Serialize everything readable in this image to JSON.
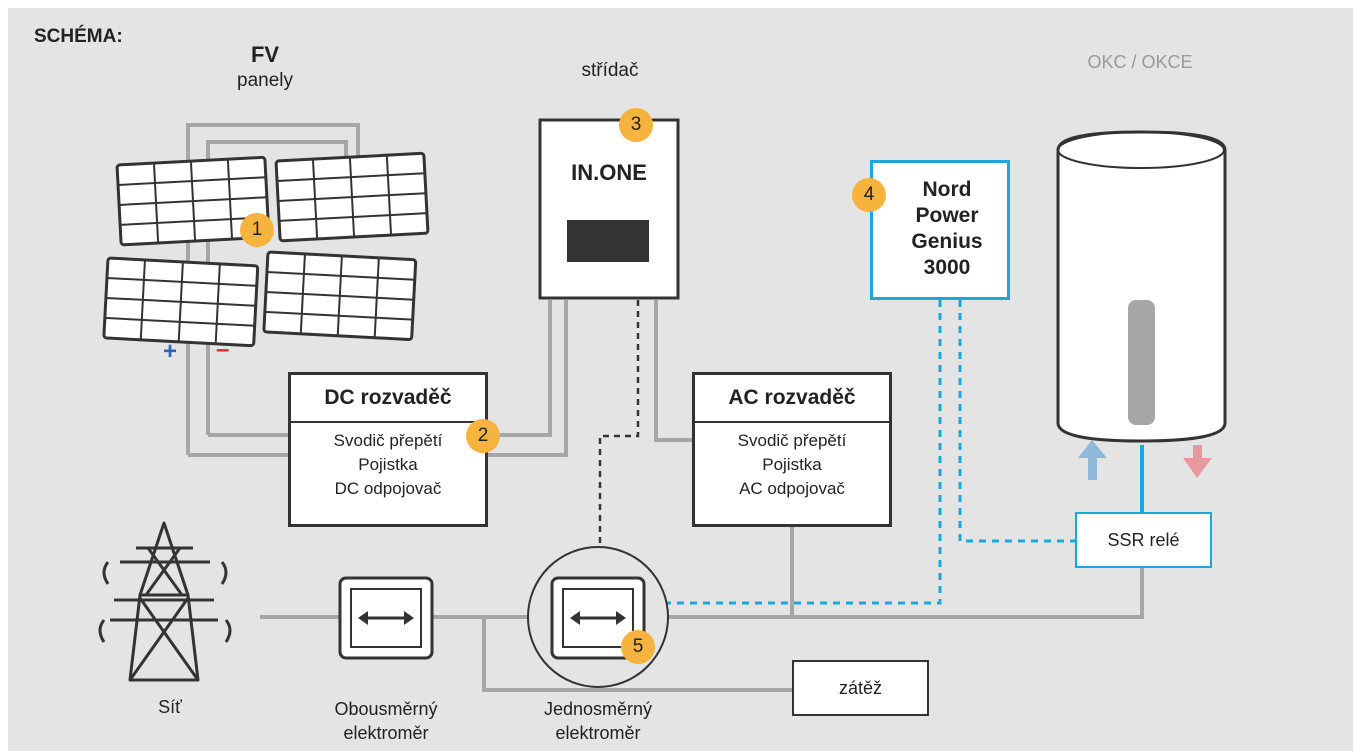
{
  "title": "SCHÉMA:",
  "pv": {
    "title": "FV",
    "subtitle": "panely",
    "plus": "+",
    "minus": "–",
    "badge": "1"
  },
  "inverter": {
    "caption": "střídač",
    "name": "IN.ONE",
    "badge": "3"
  },
  "dc_box": {
    "title": "DC rozvaděč",
    "items": [
      "Svodič přepětí",
      "Pojistka",
      "DC odpojovač"
    ],
    "badge": "2"
  },
  "ac_box": {
    "title": "AC rozvaděč",
    "items": [
      "Svodič přepětí",
      "Pojistka",
      "AC odpojovač"
    ]
  },
  "controller": {
    "lines": [
      "Nord",
      "Power",
      "Genius",
      "3000"
    ],
    "badge": "4"
  },
  "boiler": {
    "caption": "OKC / OKCE"
  },
  "relay": {
    "label": "SSR relé"
  },
  "grid": {
    "label": "Síť"
  },
  "meter_bi": {
    "lines": [
      "Obousměrný",
      "elektroměr"
    ]
  },
  "meter_uni": {
    "lines": [
      "Jednosměrný",
      "elektroměr"
    ],
    "badge": "5"
  },
  "load": {
    "label": "zátěž"
  },
  "colors": {
    "background": "#e4e4e4",
    "wire": "#a6a6a6",
    "data_line": "#1aa7de",
    "badge": "#f6b33d",
    "cold": "#8fb8da",
    "hot": "#e8999e"
  }
}
